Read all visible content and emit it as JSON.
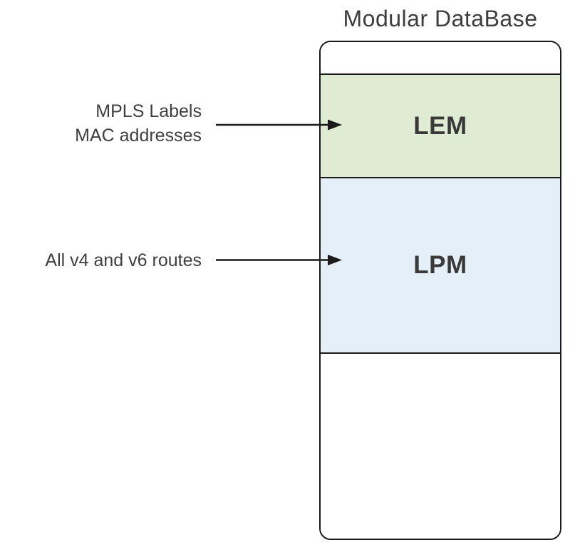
{
  "diagram": {
    "title": "Modular DataBase",
    "colors": {
      "border": "#1a1a1a",
      "text": "#3d3d3d",
      "lem_fill": "#e0ebd3",
      "lpm_fill": "#e4eff8",
      "background": "#ffffff"
    },
    "sections": [
      {
        "id": "reserved-top",
        "label": ""
      },
      {
        "id": "lem",
        "label": "LEM",
        "fill": "#e0ebd3"
      },
      {
        "id": "lpm",
        "label": "LPM",
        "fill": "#e4eff8"
      },
      {
        "id": "free-space",
        "label": ""
      }
    ],
    "annotations": [
      {
        "lines": [
          "MPLS Labels",
          "MAC addresses"
        ],
        "points_to": "LEM"
      },
      {
        "lines": [
          "All v4 and v6 routes"
        ],
        "points_to": "LPM"
      }
    ]
  }
}
